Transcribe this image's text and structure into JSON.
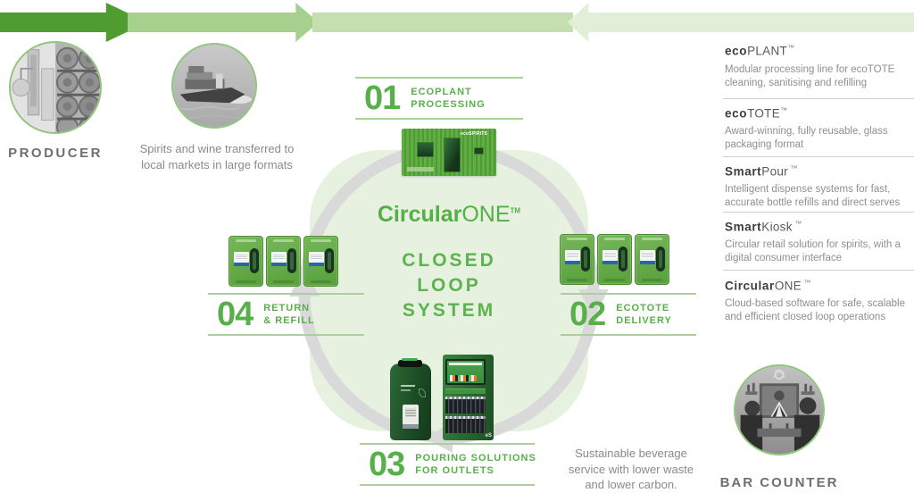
{
  "colors": {
    "accent_green": "#57b049",
    "line_green": "#a9d297",
    "loop_background": "#e7f1df",
    "cycle_gray": "#d9d9d9",
    "flow_arrow_shades": [
      "#4f9c31",
      "#a7cf8d",
      "#c5dfb1",
      "#e2efd8"
    ]
  },
  "producer": {
    "label": "PRODUCER"
  },
  "transfer_note": "Spirits and wine transferred to local markets in large formats",
  "center": {
    "brand_bold": "Circular",
    "brand_rest": "ONE",
    "trademark": "TM",
    "line1": "CLOSED",
    "line2": "LOOP",
    "line3": "SYSTEM"
  },
  "steps": [
    {
      "num": "01",
      "label_line1": "ECOPLANT",
      "label_line2": "PROCESSING"
    },
    {
      "num": "02",
      "label_line1": "ECOTOTE",
      "label_line2": "DELIVERY"
    },
    {
      "num": "03",
      "label_line1": "POURING SOLUTIONS",
      "label_line2": "FOR OUTLETS"
    },
    {
      "num": "04",
      "label_line1": "RETURN",
      "label_line2": "& REFILL"
    }
  ],
  "illustrations": {
    "ecoplant_logo": "ecoSPIRITS",
    "kiosk_logo": "eS"
  },
  "closing_note": "Sustainable beverage service with lower waste and lower carbon.",
  "bar_counter": {
    "label": "BAR COUNTER"
  },
  "sidebar": {
    "items": [
      {
        "title_bold": "eco",
        "title_rest": "PLANT",
        "trademark": "™",
        "description": "Modular processing line for ecoTOTE cleaning, sanitising and refilling"
      },
      {
        "title_bold": "eco",
        "title_rest": "TOTE",
        "trademark": "™",
        "description": "Award-winning, fully reusable, glass packaging format"
      },
      {
        "title_bold": "Smart",
        "title_rest": "Pour",
        "trademark": " ™",
        "description": "Intelligent dispense systems for fast, accurate bottle refills and direct serves"
      },
      {
        "title_bold": "Smart",
        "title_rest": "Kiosk",
        "trademark": " ™",
        "description": "Circular retail solution for spirits, with a digital consumer interface"
      },
      {
        "title_bold": "Circular",
        "title_rest": "ONE",
        "trademark": " ™",
        "description": "Cloud-based software for safe, scalable and efficient closed loop operations"
      }
    ]
  }
}
